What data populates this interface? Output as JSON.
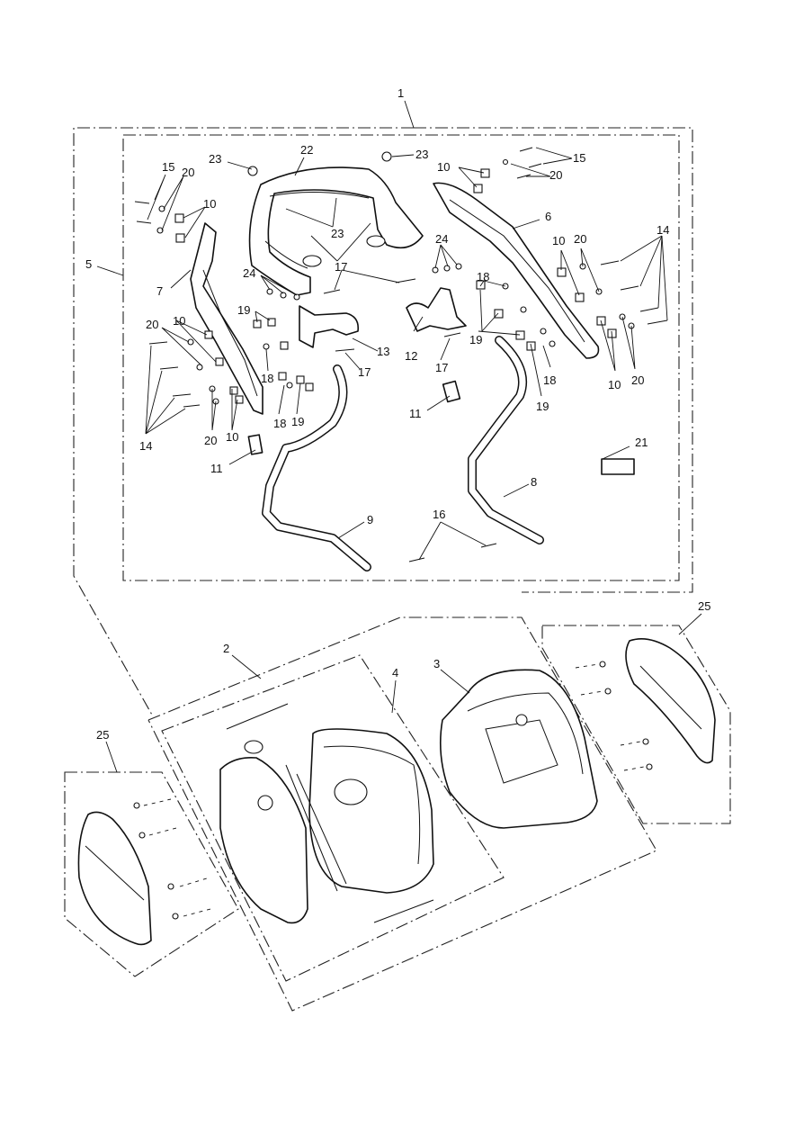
{
  "callouts": {
    "c1": "1",
    "c2": "2",
    "c3": "3",
    "c4": "4",
    "c5": "5",
    "c6": "6",
    "c7": "7",
    "c8": "8",
    "c9": "9",
    "c10a": "10",
    "c10b": "10",
    "c10c": "10",
    "c10d": "10",
    "c10e": "10",
    "c10f": "10",
    "c11a": "11",
    "c11b": "11",
    "c12": "12",
    "c13": "13",
    "c14a": "14",
    "c14b": "14",
    "c15a": "15",
    "c15b": "15",
    "c16": "16",
    "c17a": "17",
    "c17b": "17",
    "c17c": "17",
    "c18a": "18",
    "c18b": "18",
    "c18c": "18",
    "c18d": "18",
    "c19a": "19",
    "c19b": "19",
    "c19c": "19",
    "c19d": "19",
    "c20a": "20",
    "c20b": "20",
    "c20c": "20",
    "c20d": "20",
    "c20e": "20",
    "c20f": "20",
    "c21": "21",
    "c22": "22",
    "c23a": "23",
    "c23b": "23",
    "c23c": "23",
    "c24a": "24",
    "c24b": "24",
    "c25a": "25",
    "c25b": "25"
  }
}
